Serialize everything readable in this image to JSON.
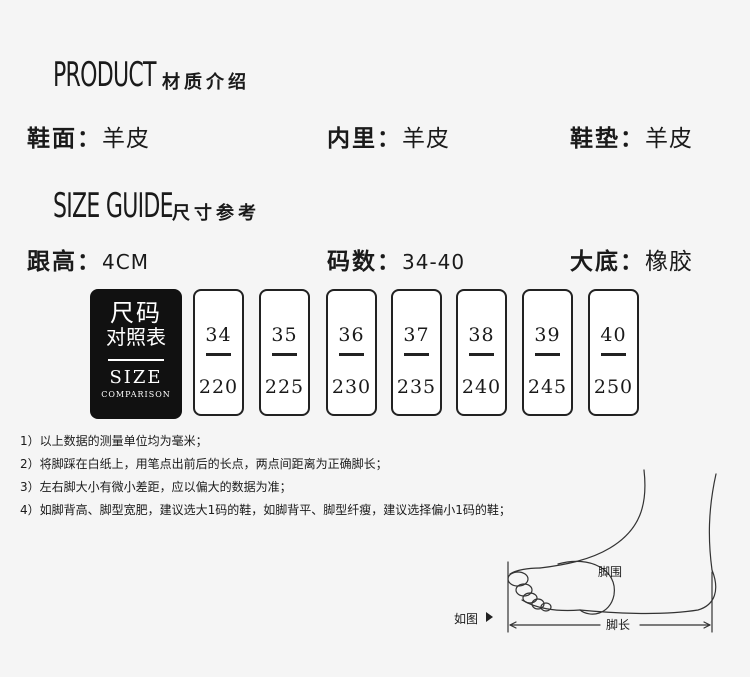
{
  "product": {
    "title": "PRODUCT",
    "subtitle": "材质介绍"
  },
  "materials": [
    {
      "key": "鞋面：",
      "value": "羊皮"
    },
    {
      "key": "内里：",
      "value": "羊皮"
    },
    {
      "key": "鞋垫：",
      "value": "羊皮"
    }
  ],
  "size_guide": {
    "title": "SIZE GUIDE",
    "subtitle": "尺寸参考"
  },
  "specs": [
    {
      "key": "跟高：",
      "value": "4CM"
    },
    {
      "key": "码数：",
      "value": "34-40"
    },
    {
      "key": "大底：",
      "value": "橡胶"
    }
  ],
  "size_table": {
    "label_cn_1": "尺码",
    "label_cn_2": "对照表",
    "label_en": "SIZE",
    "label_en_sub": "COMPARISON",
    "sizes": [
      {
        "size": "34",
        "length": "220"
      },
      {
        "size": "35",
        "length": "225"
      },
      {
        "size": "36",
        "length": "230"
      },
      {
        "size": "37",
        "length": "235"
      },
      {
        "size": "38",
        "length": "240"
      },
      {
        "size": "39",
        "length": "245"
      },
      {
        "size": "40",
        "length": "250"
      }
    ]
  },
  "notes": [
    "1）以上数据的测量单位均为毫米；",
    "2）将脚踩在白纸上，用笔点出前后的长点，两点间距离为正确脚长；",
    "3）左右脚大小有微小差距，应以偏大的数据为准；",
    "4）如脚背高、脚型宽肥，建议选大1码的鞋，如脚背平、脚型纤瘦，建议选择偏小1码的鞋；"
  ],
  "diagram": {
    "circumference": "脚围",
    "length": "脚长",
    "as_shown": "如图"
  }
}
